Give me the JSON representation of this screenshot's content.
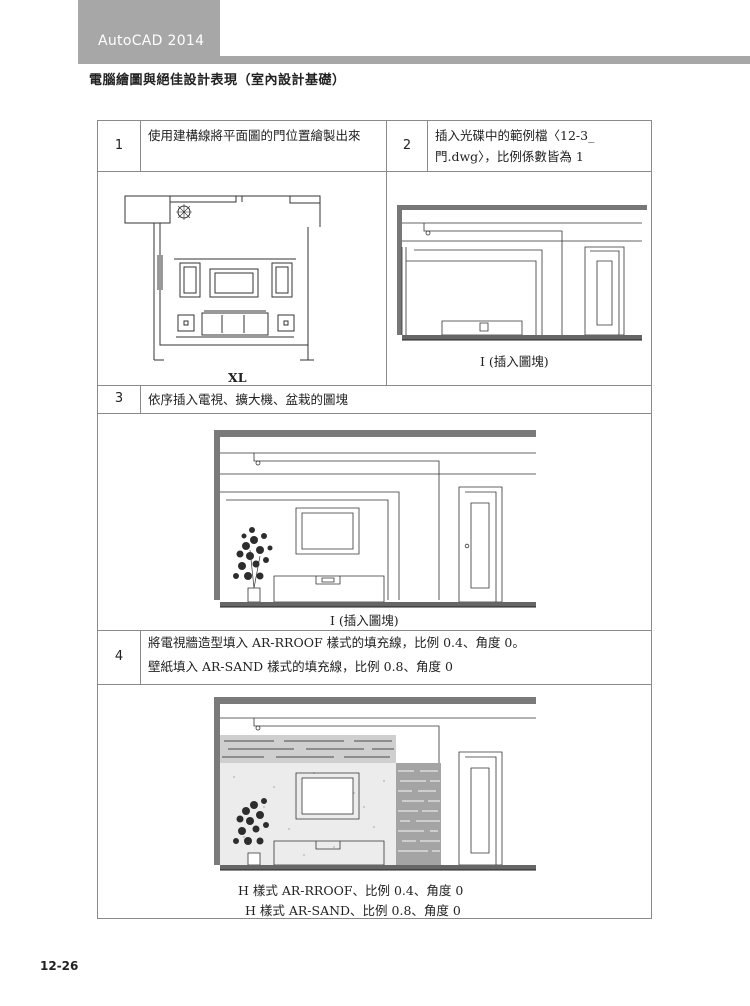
{
  "header": {
    "book_title": "AutoCAD 2014",
    "subtitle": "電腦繪圖與絕佳設計表現（室內設計基礎）"
  },
  "steps": [
    {
      "number": "1",
      "text": "使用建構線將平面圖的門位置繪製出來"
    },
    {
      "number": "2",
      "text": "插入光碟中的範例檔〈12-3_門.dwg〉，比例係數皆為 1"
    },
    {
      "number": "3",
      "text": "依序插入電視、擴大機、盆栽的圖塊"
    },
    {
      "number": "4",
      "line1": "將電視牆造型填入 AR-RROOF 樣式的填充線，比例 0.4、角度 0。",
      "line2": "壁紙填入 AR-SAND 樣式的填充線，比例 0.8、角度 0"
    }
  ],
  "captions": {
    "plan": "XL",
    "elevation_insert": "I (插入圖塊)",
    "elevation_tv": "I (插入圖塊)",
    "hatch_roof": "H  樣式 AR-RROOF、比例  0.4、角度  0",
    "hatch_sand": "H  樣式 AR-SAND、比例  0.8、角度  0"
  },
  "footer": {
    "page_number": "12-26"
  }
}
